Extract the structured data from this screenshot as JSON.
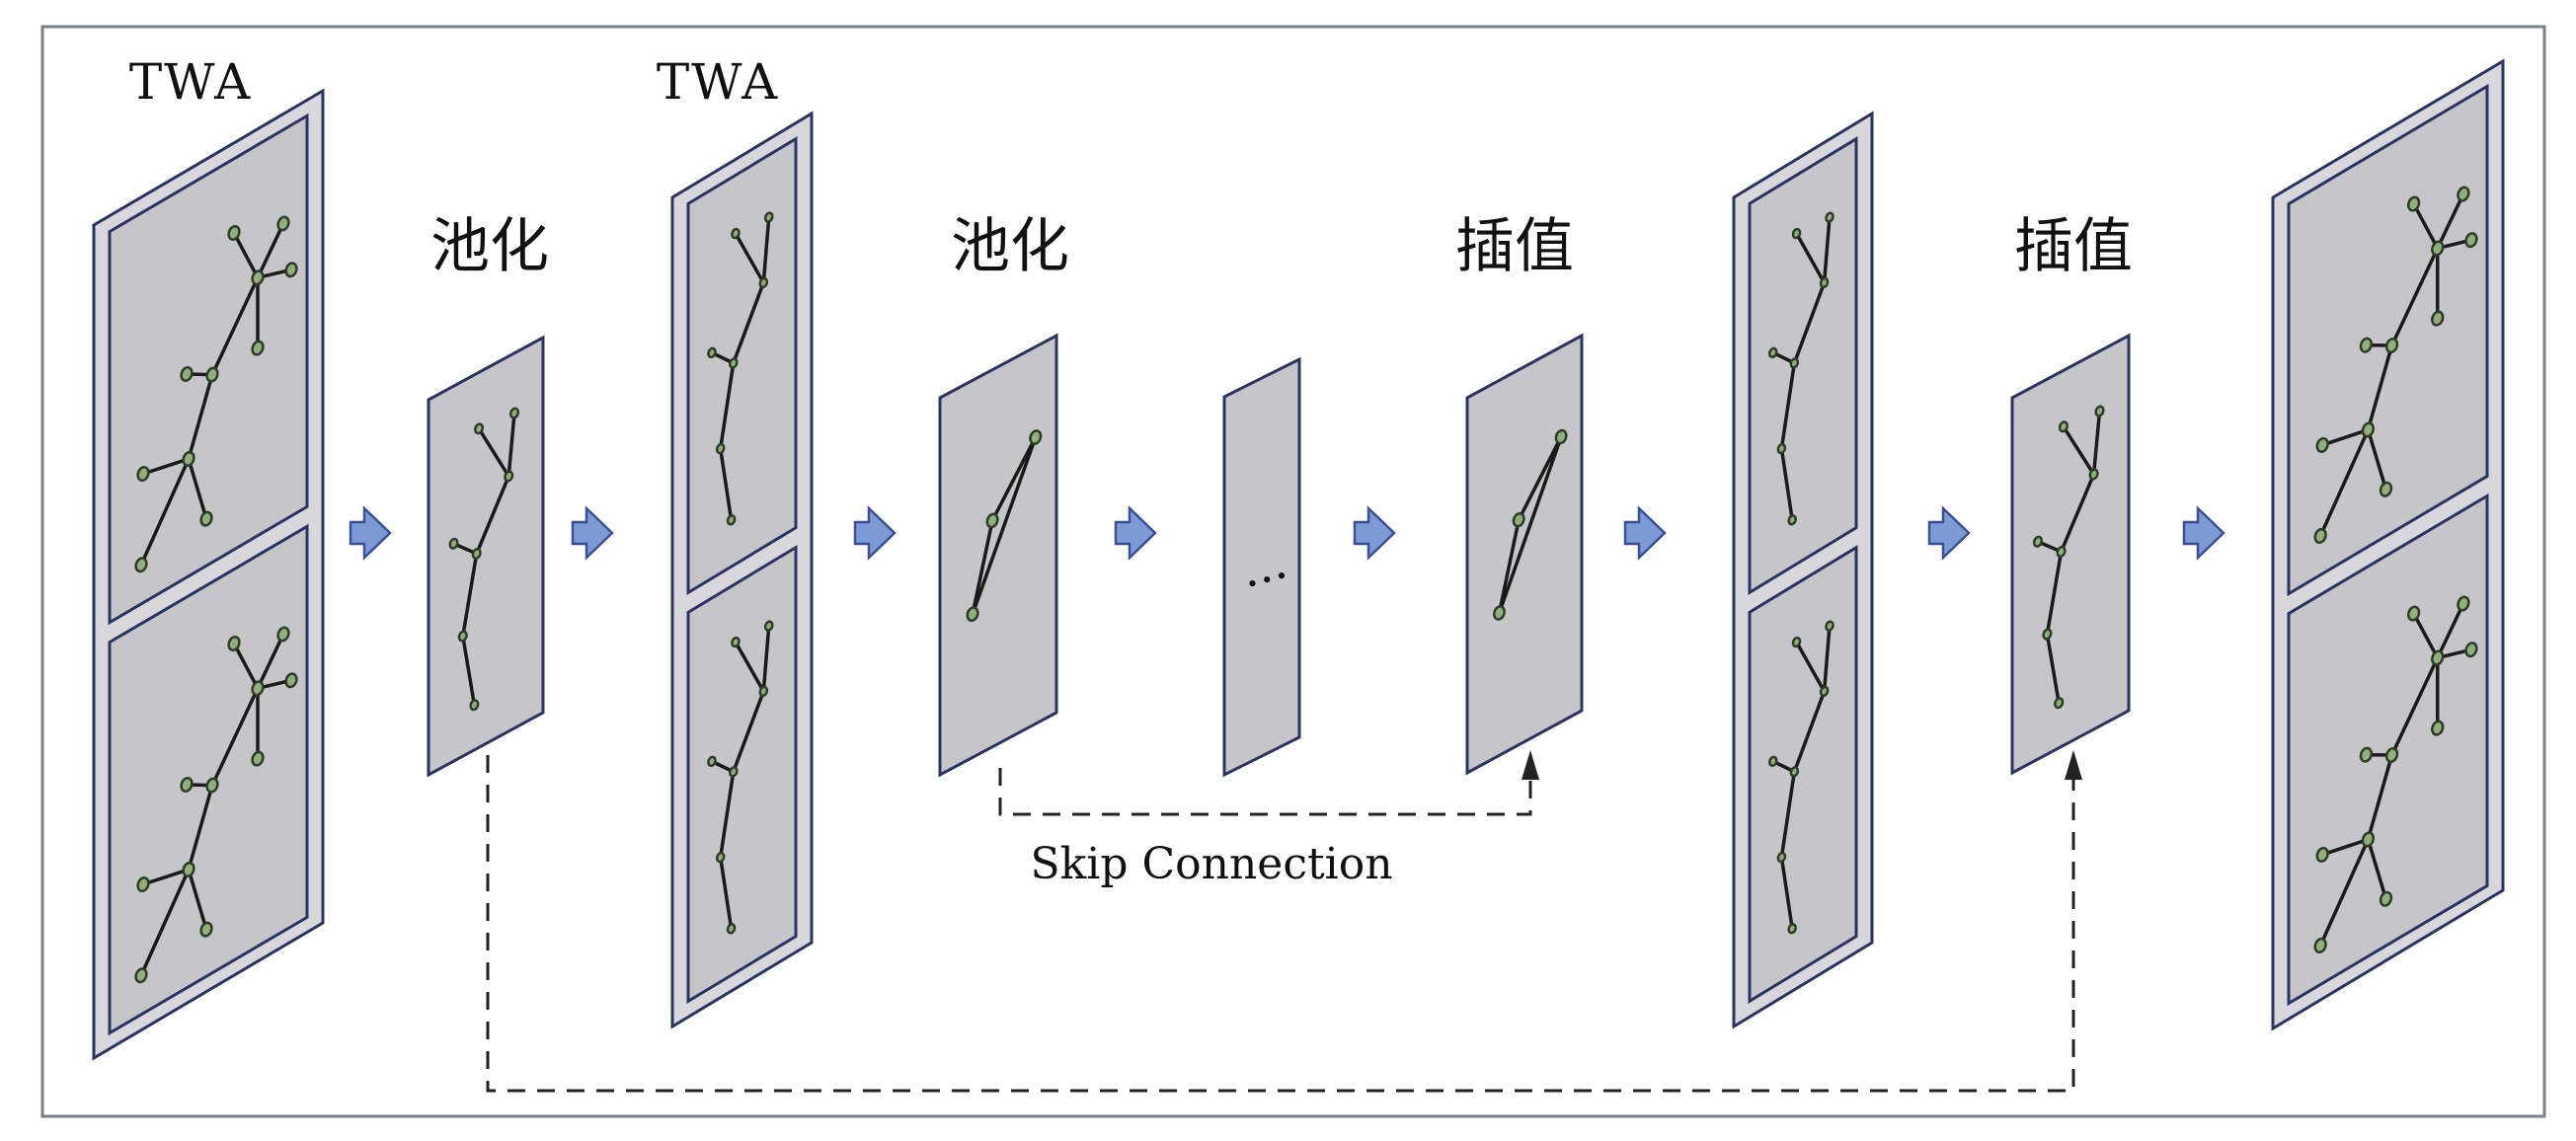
{
  "labels": {
    "twa_1": "TWA",
    "twa_2": "TWA",
    "pool_1": "池化",
    "pool_2": "池化",
    "interp_1": "插值",
    "interp_2": "插值",
    "skip_connection": "Skip Connection",
    "ellipsis": "..."
  },
  "colors": {
    "frame_border": "#7a8088",
    "panel_fill": "#c6c6ca",
    "panel_outer_fill": "#d8d8dc",
    "panel_stroke": "#2a3460",
    "node_fill": "#8fb07a",
    "node_stroke": "#2e3b28",
    "arrow_fill": "#7b9ad6",
    "arrow_stroke": "#3a4f96",
    "dash_line": "#222222"
  },
  "icons": {
    "flow_arrow": "right-arrow-icon",
    "skip_arrowhead": "up-arrowhead-icon"
  }
}
